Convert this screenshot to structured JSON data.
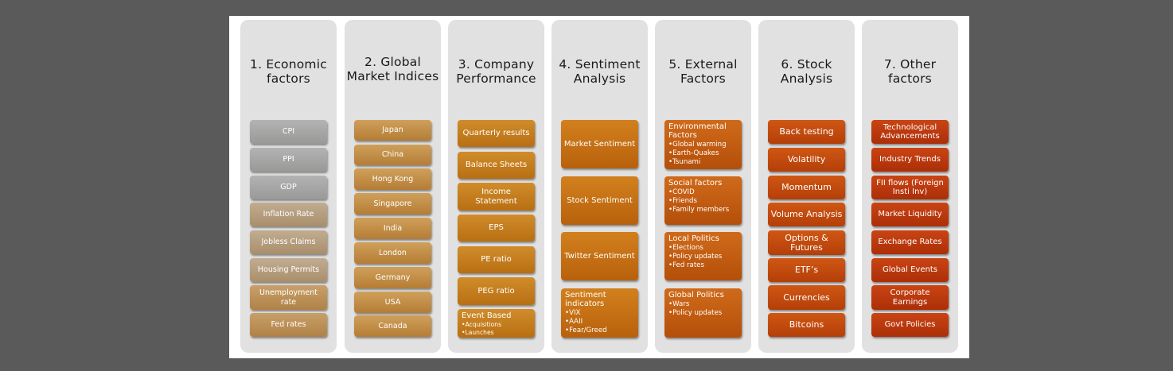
{
  "columns": [
    {
      "title": "1. Economic factors",
      "items": [
        "CPI",
        "PPI",
        "GDP",
        "Inflation Rate",
        "Jobless Claims",
        "Housing Permits",
        "Unemployment rate",
        "Fed rates"
      ]
    },
    {
      "title": "2. Global Market Indices",
      "items": [
        "Japan",
        "China",
        "Hong Kong",
        "Singapore",
        "India",
        "London",
        "Germany",
        "USA",
        "Canada"
      ]
    },
    {
      "title": "3. Company Performance",
      "items": [
        "Quarterly results",
        "Balance Sheets",
        "Income Statement",
        "EPS",
        "PE ratio",
        "PEG ratio"
      ],
      "event": {
        "head": "Event Based",
        "bullets": [
          "•Acquisitions",
          "•Launches"
        ]
      }
    },
    {
      "title": "4. Sentiment Analysis",
      "items": [
        "Market Sentiment",
        "Stock Sentiment",
        "Twitter Sentiment"
      ],
      "indicators": {
        "head": "Sentiment indicators",
        "bullets": [
          "•VIX",
          "•AAII",
          "•Fear/Greed"
        ]
      }
    },
    {
      "title": "5. External Factors",
      "groups": [
        {
          "head": "Environmental Factors",
          "bullets": [
            "•Global warming",
            "•Earth-Quakes",
            "•Tsunami"
          ]
        },
        {
          "head": "Social factors",
          "bullets": [
            "•COVID",
            "•Friends",
            "•Family members"
          ]
        },
        {
          "head": "Local Politics",
          "bullets": [
            "•Elections",
            "•Policy updates",
            "•Fed rates"
          ]
        },
        {
          "head": "Global Politics",
          "bullets": [
            "•Wars",
            "•Policy updates"
          ]
        }
      ]
    },
    {
      "title": "6. Stock Analysis",
      "items": [
        "Back testing",
        "Volatility",
        "Momentum",
        "Volume Analysis",
        "Options & Futures",
        "ETF’s",
        "Currencies",
        "Bitcoins"
      ]
    },
    {
      "title": "7. Other factors",
      "items": [
        "Technological Advancements",
        "Industry Trends",
        "FII flows (Foreign Insti Inv)",
        "Market Liquidity",
        "Exchange Rates",
        "Global Events",
        "Corporate Earnings",
        "Govt Policies"
      ]
    }
  ]
}
